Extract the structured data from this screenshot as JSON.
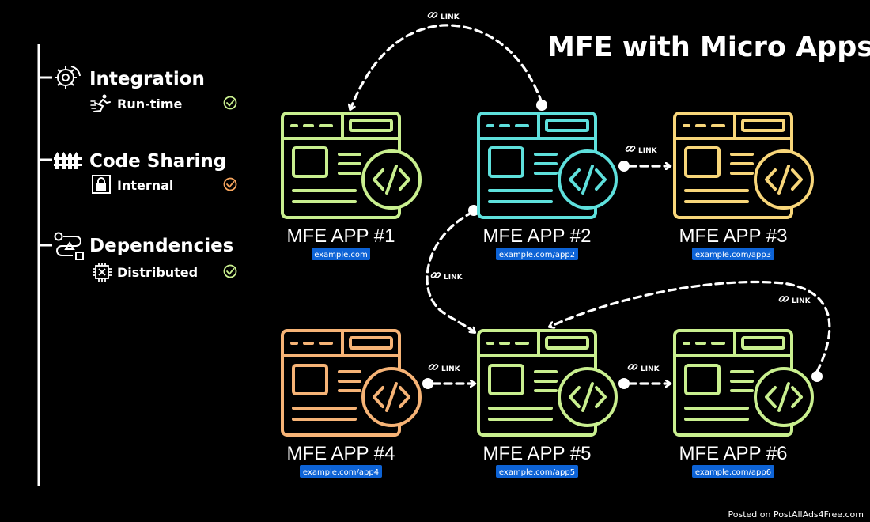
{
  "title": "MFE with Micro Apps",
  "footer": "Posted on PostAllAds4Free.com",
  "sidebar": {
    "sections": [
      {
        "heading": "Integration",
        "icon": "gear-gauge-icon",
        "sub_label": "Run-time",
        "sub_icon": "running-person-icon",
        "check_color": "#c9ef8f"
      },
      {
        "heading": "Code Sharing",
        "icon": "fence-icon",
        "sub_label": "Internal",
        "sub_icon": "lock-icon",
        "check_color": "#f6a55e"
      },
      {
        "heading": "Dependencies",
        "icon": "shapes-flow-icon",
        "sub_label": "Distributed",
        "sub_icon": "chip-icon",
        "check_color": "#c9ef8f"
      }
    ]
  },
  "apps": [
    {
      "label": "MFE APP #1",
      "url": "example.com",
      "color": "#c9ef8f"
    },
    {
      "label": "MFE APP #2",
      "url": "example.com/app2",
      "color": "#5ee0dc"
    },
    {
      "label": "MFE APP #3",
      "url": "example.com/app3",
      "color": "#f8d67a"
    },
    {
      "label": "MFE APP #4",
      "url": "example.com/app4",
      "color": "#f6b376"
    },
    {
      "label": "MFE APP #5",
      "url": "example.com/app5",
      "color": "#c9ef8f"
    },
    {
      "label": "MFE APP #6",
      "url": "example.com/app6",
      "color": "#c9ef8f"
    }
  ],
  "links": [
    {
      "from": "MFE APP #2",
      "to": "MFE APP #1",
      "label": "LINK"
    },
    {
      "from": "MFE APP #2",
      "to": "MFE APP #3",
      "label": "LINK"
    },
    {
      "from": "MFE APP #2",
      "to": "MFE APP #5",
      "label": "LINK"
    },
    {
      "from": "MFE APP #4",
      "to": "MFE APP #5",
      "label": "LINK"
    },
    {
      "from": "MFE APP #5",
      "to": "MFE APP #6",
      "label": "LINK"
    },
    {
      "from": "MFE APP #6",
      "to": "MFE APP #5",
      "label": "LINK"
    }
  ]
}
